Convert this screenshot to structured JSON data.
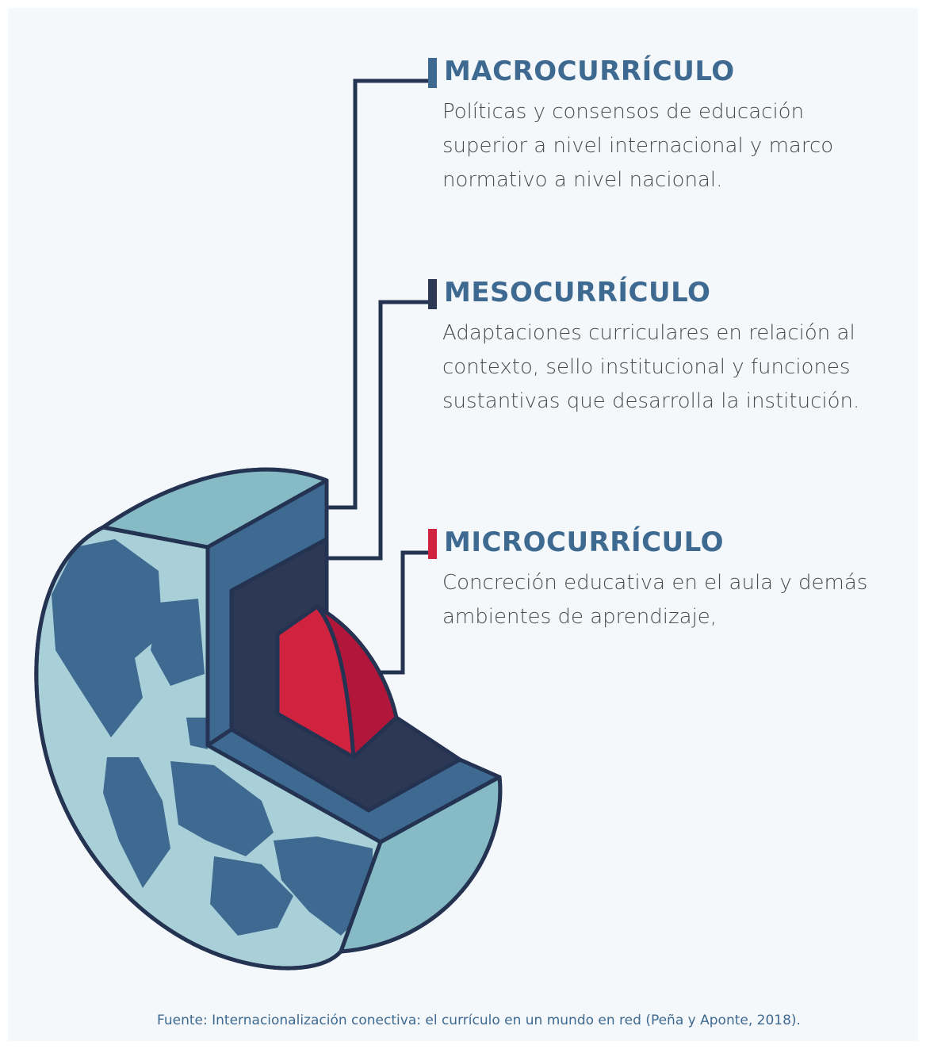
{
  "levels": [
    {
      "title": "MACROCURRÍCULO",
      "description": "Políticas y consensos de educación superior a nivel internacional y marco normativo a nivel nacional.",
      "marker_color": "#3e6a92"
    },
    {
      "title": "MESOCURRÍCULO",
      "description": "Adaptaciones curriculares en relación al contexto, sello institucional y funciones sustantivas que desarrolla la institución.",
      "marker_color": "#2d3855"
    },
    {
      "title": "MICROCURRÍCULO",
      "description": "Concreción educativa en el aula y demás ambientes de aprendizaje,",
      "marker_color": "#d0233f"
    }
  ],
  "source": "Fuente: Internacionalización conectiva: el currículo en un mundo en red (Peña y Aponte, 2018).",
  "colors": {
    "outline": "#243352",
    "globe_light": "#a9d0d8",
    "globe_side": "#86bbc6",
    "layer_macro": "#3e6a92",
    "layer_meso": "#2d3855",
    "layer_micro_front": "#d0233f",
    "layer_micro_top": "#b0173a",
    "title_color": "#3e6a92",
    "text_color": "#4a4a4a"
  }
}
